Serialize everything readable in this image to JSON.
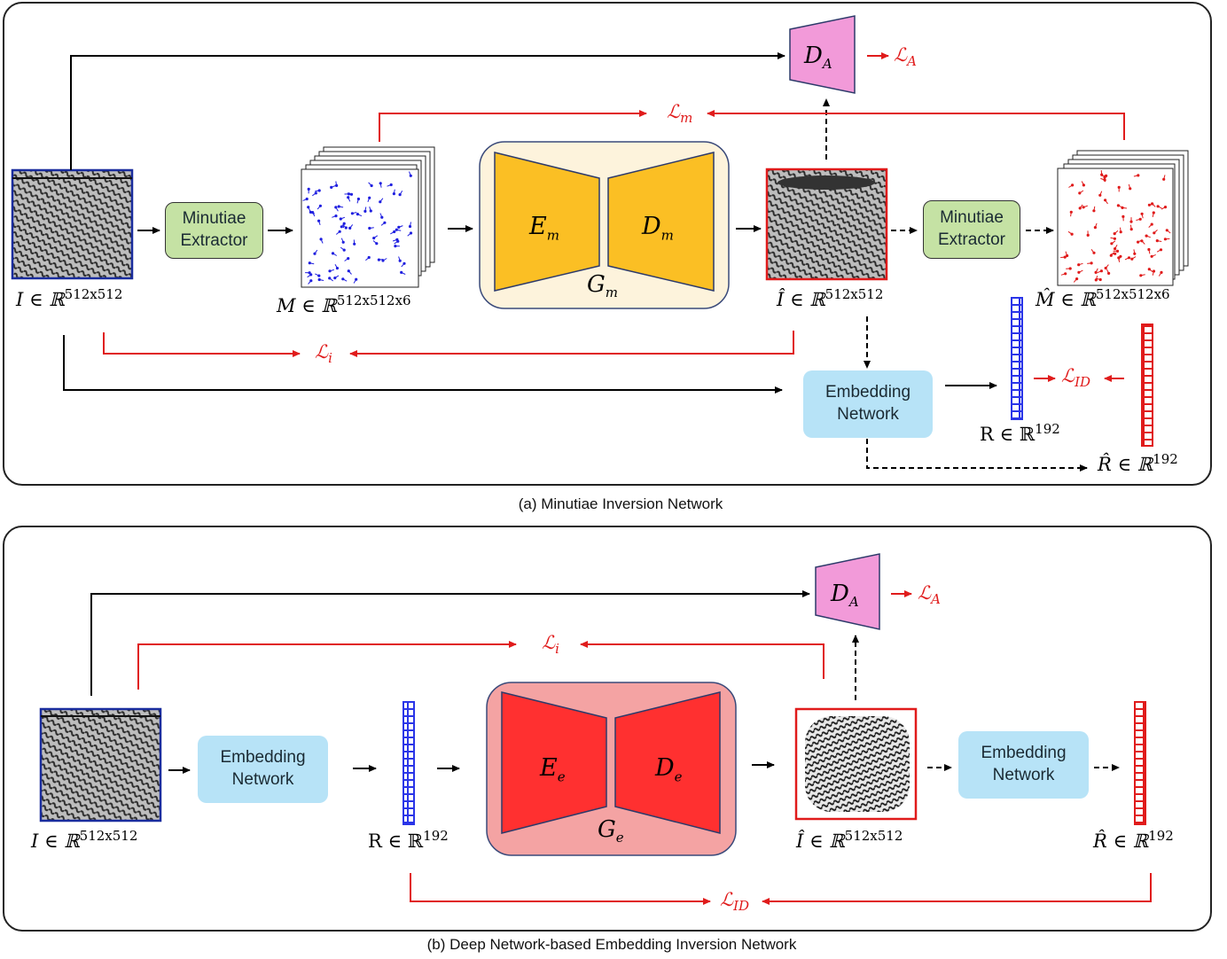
{
  "panel_a": {
    "caption": "(a) Minutiae Inversion Network",
    "input_label_var": "I ∈ ℝ",
    "input_label_sup": "512x512",
    "minutiae_extractor_1": "Minutiae\nExtractor",
    "minutiae_map_var": "M ∈ ℝ",
    "minutiae_map_sup": "512x512x6",
    "generator_encoder": "E",
    "generator_encoder_sub": "m",
    "generator_decoder": "D",
    "generator_decoder_sub": "m",
    "generator_name": "G",
    "generator_name_sub": "m",
    "recon_label_var": "Î ∈ ℝ",
    "recon_label_sup": "512x512",
    "minutiae_extractor_2": "Minutiae\nExtractor",
    "recon_map_var": "M̂ ∈ ℝ",
    "recon_map_sup": "512x512x6",
    "discriminator": "D",
    "discriminator_sub": "A",
    "loss_adv": "ℒ",
    "loss_adv_sub": "A",
    "loss_m": "ℒ",
    "loss_m_sub": "m",
    "loss_i": "ℒ",
    "loss_i_sub": "i",
    "loss_id": "ℒ",
    "loss_id_sub": "ID",
    "embedding_network": "Embedding\nNetwork",
    "embed_label_var": "R ∈ ℝ",
    "embed_label_sup": "192",
    "recon_embed_var": "R̂ ∈ ℝ",
    "recon_embed_sup": "192"
  },
  "panel_b": {
    "caption": "(b) Deep Network-based Embedding Inversion Network",
    "input_label_var": "I ∈ ℝ",
    "input_label_sup": "512x512",
    "embedding_network_1": "Embedding\nNetwork",
    "embed_label_var": "R ∈ ℝ",
    "embed_label_sup": "192",
    "generator_encoder": "E",
    "generator_encoder_sub": "e",
    "generator_decoder": "D",
    "generator_decoder_sub": "e",
    "generator_name": "G",
    "generator_name_sub": "e",
    "recon_label_var": "Î ∈ ℝ",
    "recon_label_sup": "512x512",
    "embedding_network_2": "Embedding\nNetwork",
    "recon_embed_var": "R̂ ∈ ℝ",
    "recon_embed_sup": "192",
    "discriminator": "D",
    "discriminator_sub": "A",
    "loss_adv": "ℒ",
    "loss_adv_sub": "A",
    "loss_i": "ℒ",
    "loss_i_sub": "i",
    "loss_id": "ℒ",
    "loss_id_sub": "ID"
  },
  "colors": {
    "loss_red": "#e01b1b",
    "minutiae_blue": "#2020e0",
    "generator_yellow": "#fbbf24",
    "generator_a_bg": "#fdf3dc",
    "generator_red": "#ff3030",
    "generator_b_bg": "#f4a3a3",
    "discriminator_pink": "#f29ad9",
    "extractor_green": "#c5e2a4",
    "embedding_blue": "#b7e3f7"
  }
}
